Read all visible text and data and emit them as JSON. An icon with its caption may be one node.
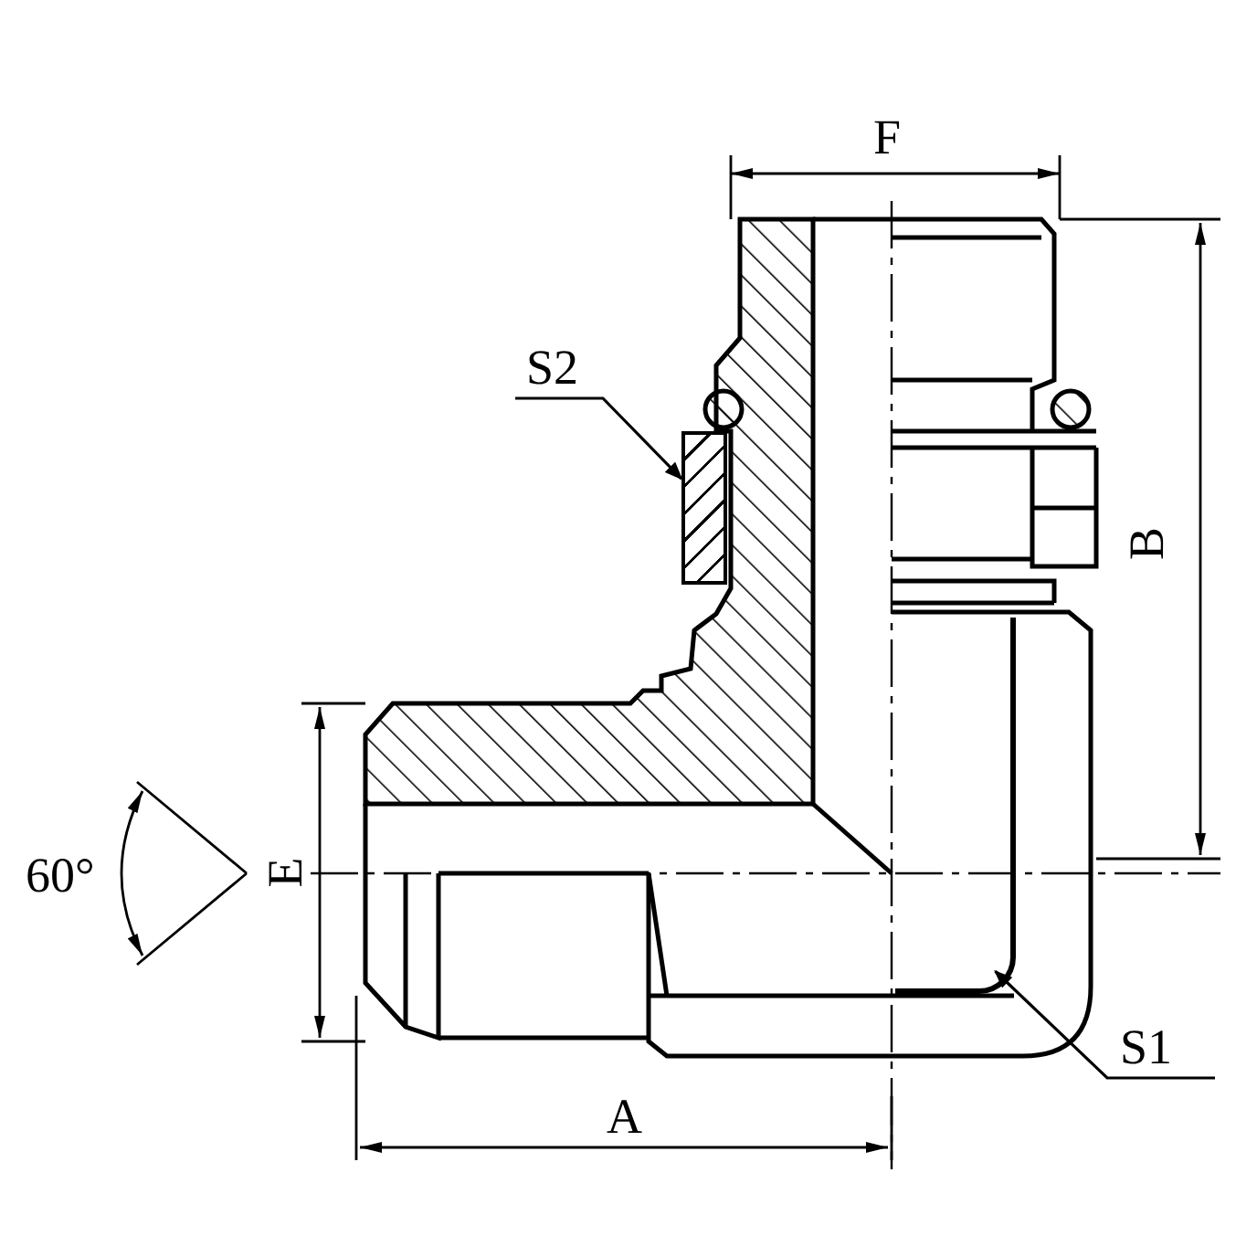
{
  "diagram": {
    "nodes": [
      {
        "text": [
          "S2"
        ]
      },
      {
        "text": [],
        "shape": "box"
      },
      {
        "text": [
          "S1"
        ]
      },
      {
        "text": [],
        "shape": "box"
      }
    ],
    "edges": [
      {
        "from": 0,
        "to": 1,
        "arrow": "to"
      },
      {
        "from": 2,
        "to": 3,
        "arrow": "to"
      }
    ],
    "labels": [
      "F",
      "B",
      "60°",
      "E",
      "A"
    ]
  }
}
